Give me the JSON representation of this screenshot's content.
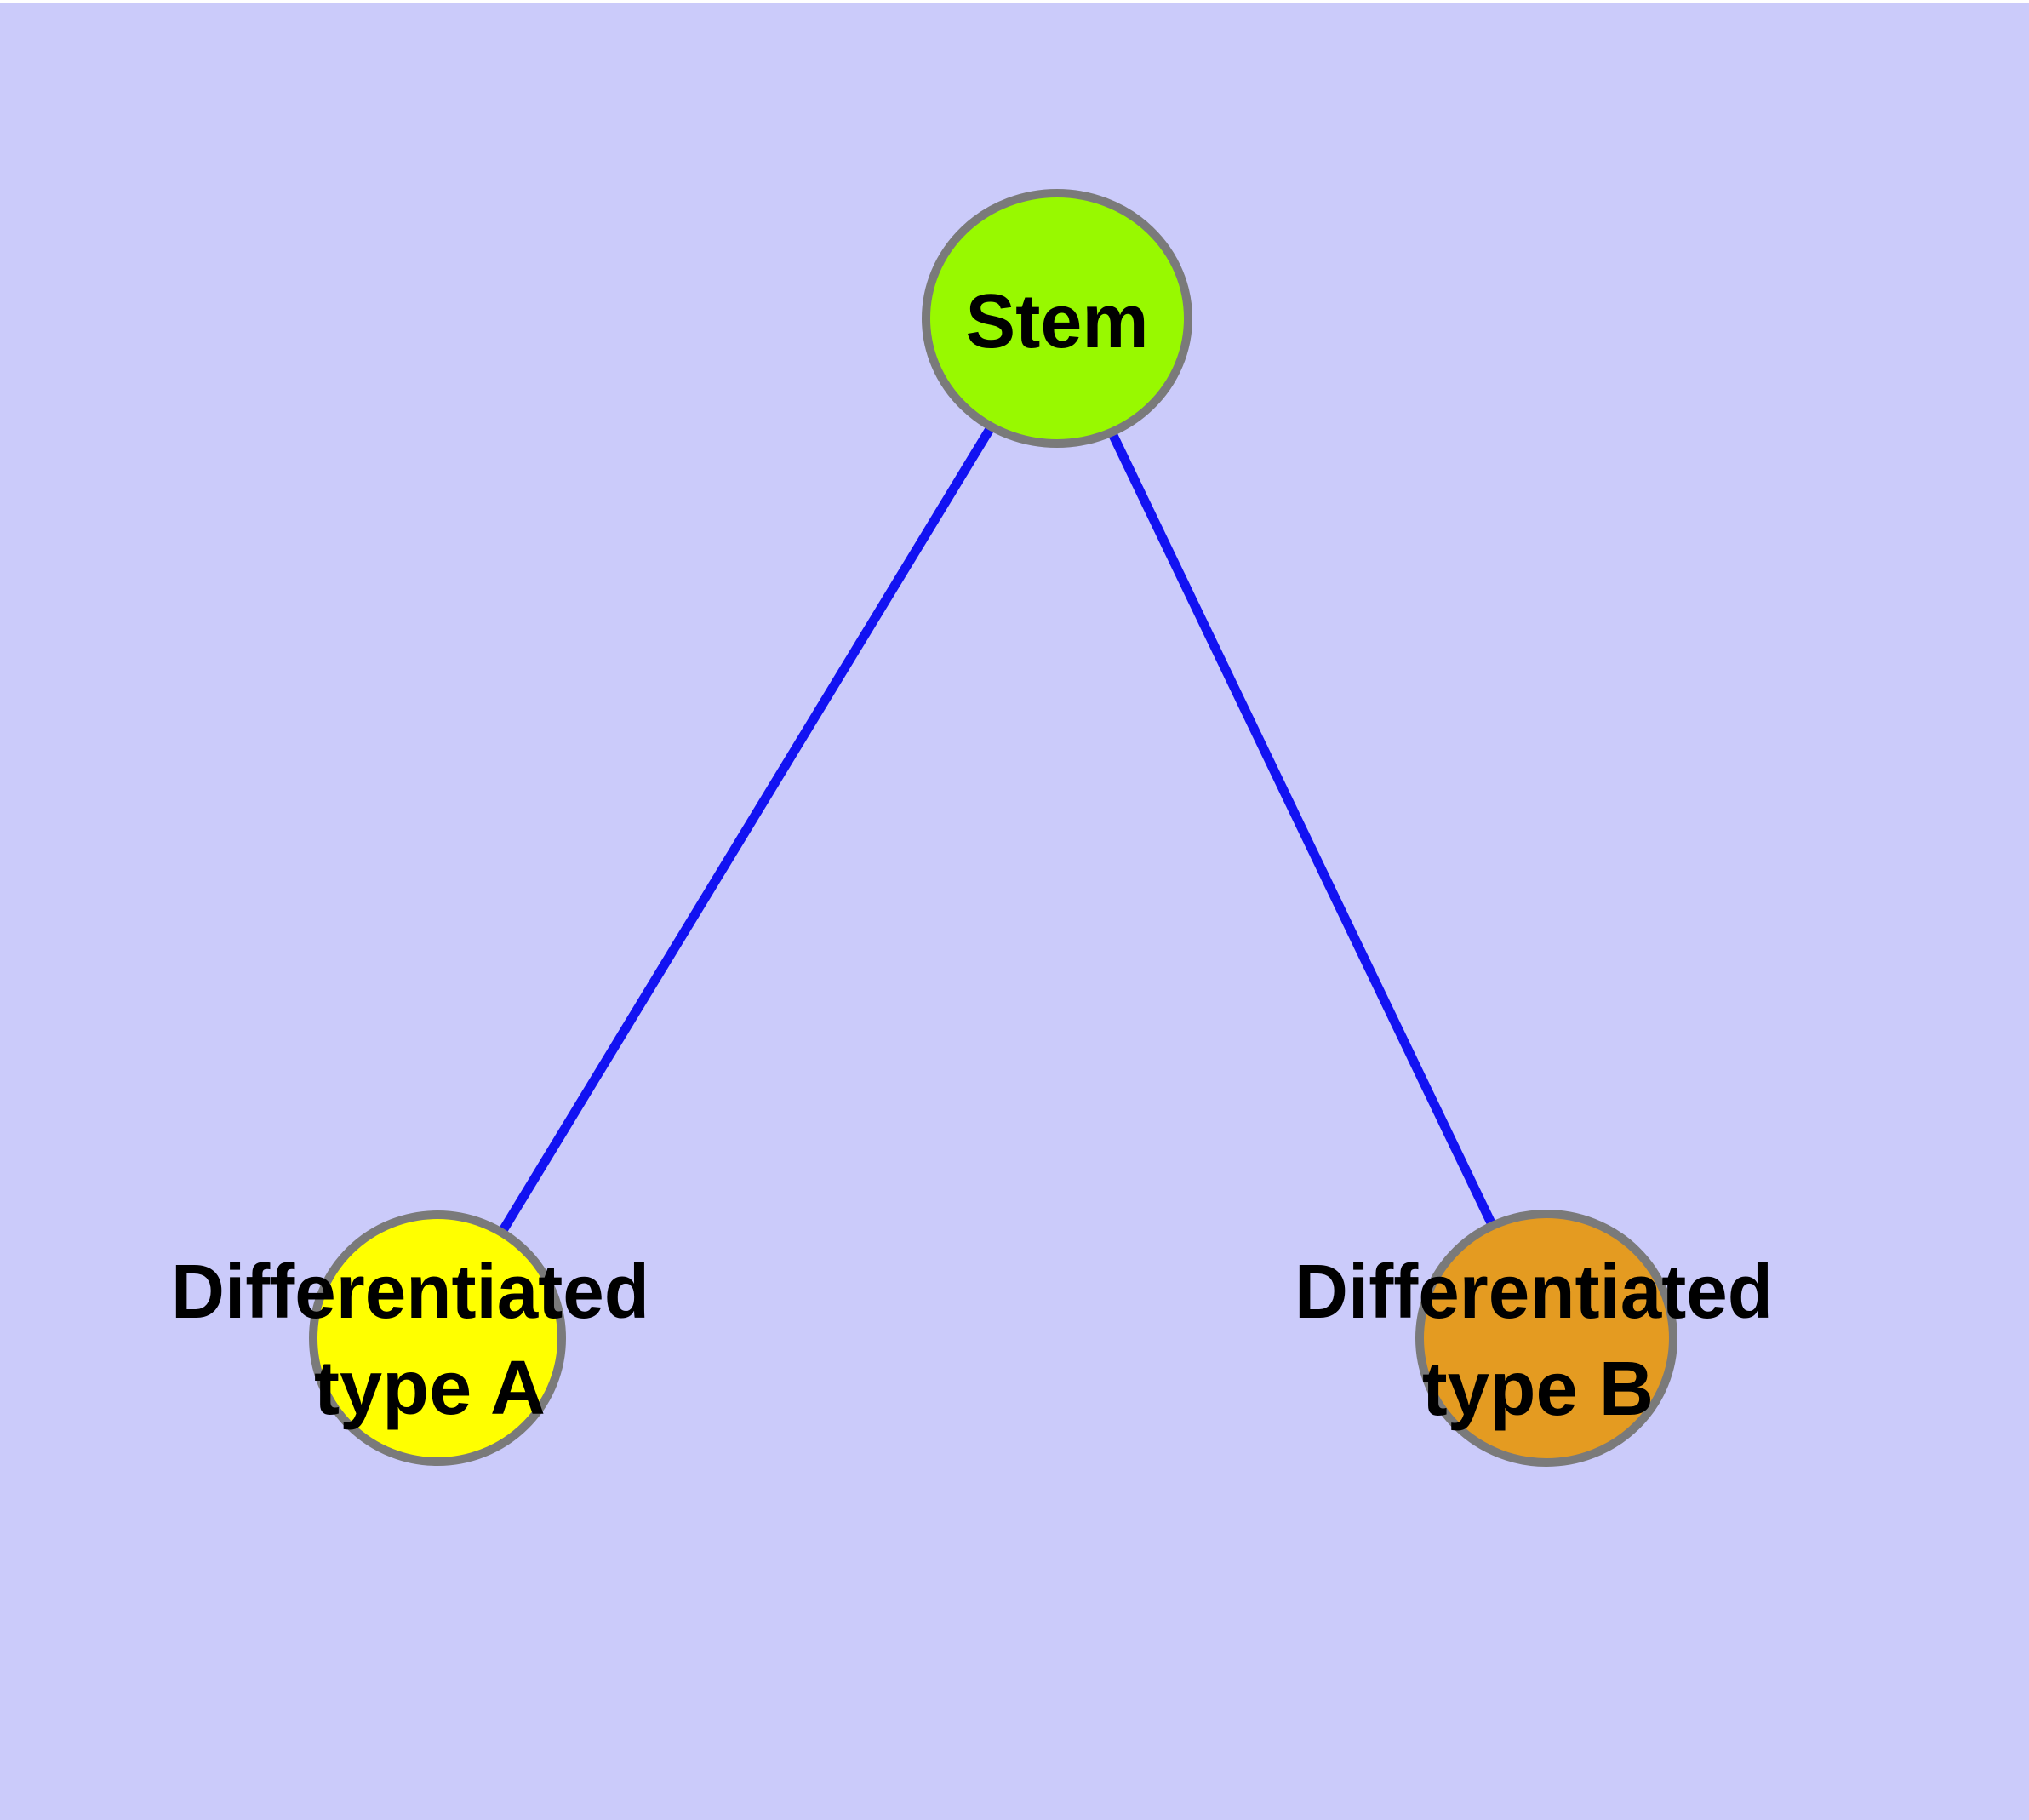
{
  "diagram": {
    "background_color": "#CBCBFA",
    "top_edge_color": "#FFFFFF",
    "edge_color": "#1212F2",
    "node_border_color": "#7A7A7A",
    "text_color": "#000000",
    "nodes": [
      {
        "id": "stem",
        "label": "Stem",
        "fill": "#98F900"
      },
      {
        "id": "differentiated-type-a",
        "label_line1": "Differentiated",
        "label_line2": "type A",
        "fill": "#FFFF00"
      },
      {
        "id": "differentiated-type-b",
        "label_line1": "Differentiated",
        "label_line2": "type B",
        "fill": "#E49B21"
      }
    ],
    "edges": [
      {
        "from": "Stem",
        "to": "Differentiated type A"
      },
      {
        "from": "Stem",
        "to": "Differentiated type B"
      }
    ]
  }
}
